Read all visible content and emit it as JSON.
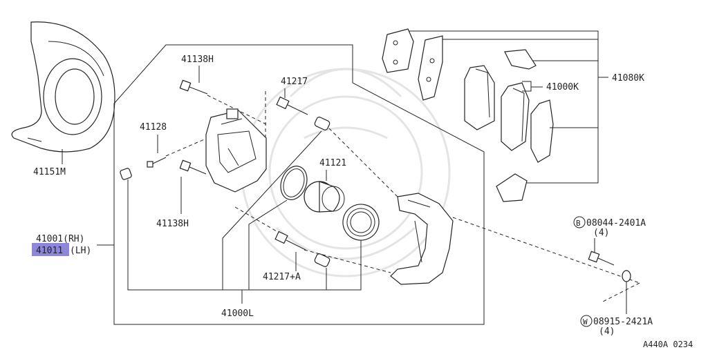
{
  "labels": {
    "shield": "41151M",
    "bolt_upper": "41138H",
    "bolt_lower": "41138H",
    "bleeder": "41128",
    "pin_upper": "41217",
    "pin_lower": "41217+A",
    "piston": "41121",
    "seal_kit": "41000L",
    "pad_label": "41000K",
    "pad_kit": "41080K",
    "caliper_rh": "41001(RH)",
    "caliper_lh_num": "41011",
    "caliper_lh_side": "(LH)",
    "bolt_b": "B",
    "bolt_b_num": "08044-2401A",
    "bolt_b_qty": "(4)",
    "washer_w": "W",
    "washer_w_num": "08915-2421A",
    "washer_w_qty": "(4)",
    "diagram_code": "A440A 0234"
  },
  "colors": {
    "highlight": "#8d86d9",
    "line": "#222222"
  }
}
